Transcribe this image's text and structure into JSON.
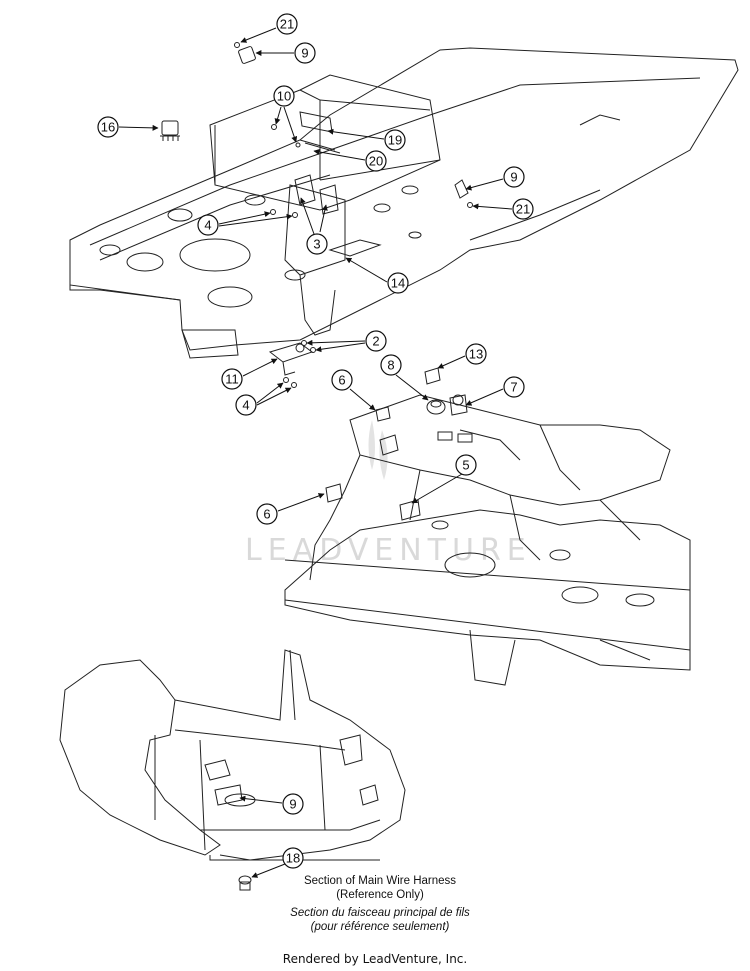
{
  "watermark": "LEADVENTURE",
  "callouts": [
    {
      "id": "c21a",
      "label": "21"
    },
    {
      "id": "c9a",
      "label": "9"
    },
    {
      "id": "c10",
      "label": "10"
    },
    {
      "id": "c16",
      "label": "16"
    },
    {
      "id": "c19",
      "label": "19"
    },
    {
      "id": "c20",
      "label": "20"
    },
    {
      "id": "c9b",
      "label": "9"
    },
    {
      "id": "c21b",
      "label": "21"
    },
    {
      "id": "c4a",
      "label": "4"
    },
    {
      "id": "c3",
      "label": "3"
    },
    {
      "id": "c14",
      "label": "14"
    },
    {
      "id": "c2",
      "label": "2"
    },
    {
      "id": "c11",
      "label": "11"
    },
    {
      "id": "c4b",
      "label": "4"
    },
    {
      "id": "c13",
      "label": "13"
    },
    {
      "id": "c8",
      "label": "8"
    },
    {
      "id": "c7",
      "label": "7"
    },
    {
      "id": "c6a",
      "label": "6"
    },
    {
      "id": "c5",
      "label": "5"
    },
    {
      "id": "c6b",
      "label": "6"
    },
    {
      "id": "c9c",
      "label": "9"
    },
    {
      "id": "c18",
      "label": "18"
    }
  ],
  "caption": {
    "line1": "Section of Main Wire Harness",
    "line2": "(Reference Only)",
    "line3": "Section du faisceau principal de fils",
    "line4": "(pour référence seulement)"
  },
  "footer": "Rendered by LeadVenture, Inc."
}
